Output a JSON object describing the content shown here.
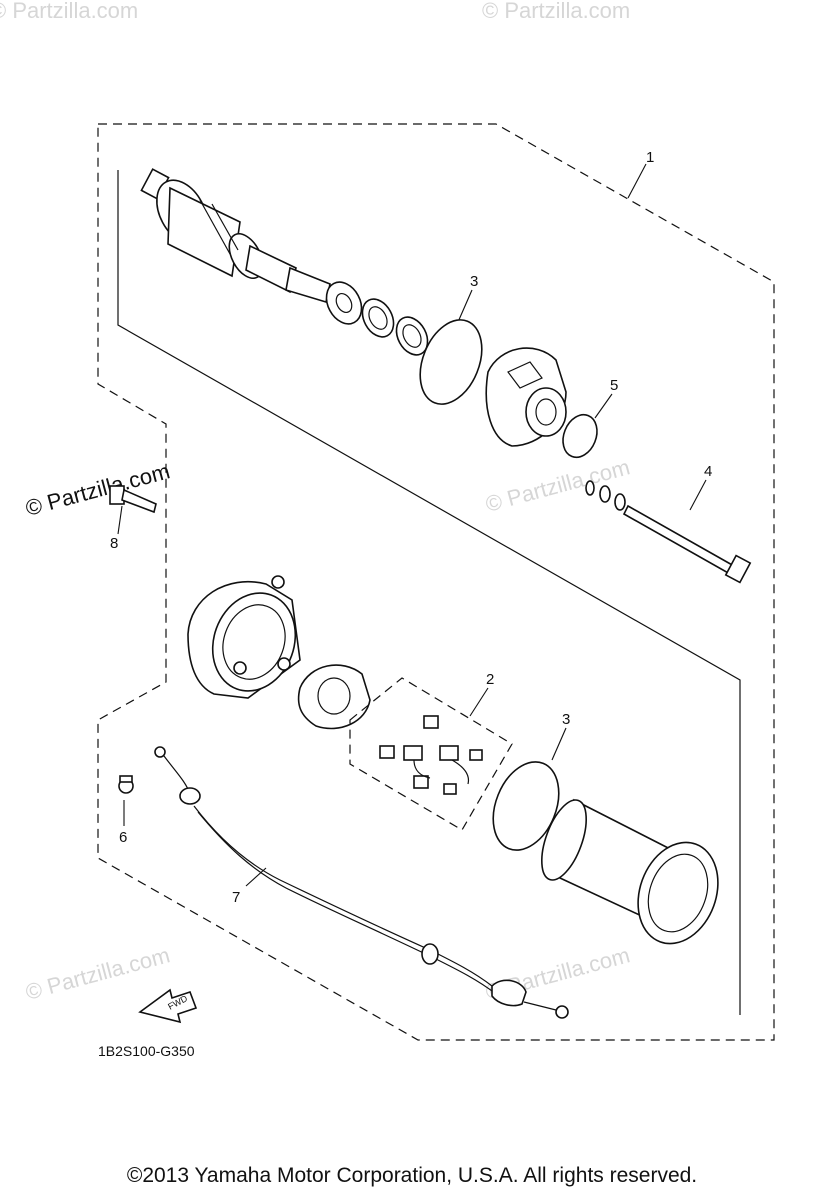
{
  "watermarks": [
    "© Partzilla.com",
    "© Partzilla.com",
    "© Partzilla.com",
    "© Partzilla.com",
    "© Partzilla.com"
  ],
  "callouts": {
    "c1": "1",
    "c2": "2",
    "c3a": "3",
    "c3b": "3",
    "c4": "4",
    "c5": "5",
    "c6": "6",
    "c7": "7",
    "c8": "8"
  },
  "fwd_label": "FWD",
  "diagram_code": "1B2S100-G350",
  "copyright": "©2013  Yamaha Motor Corporation, U.S.A. All rights reserved."
}
